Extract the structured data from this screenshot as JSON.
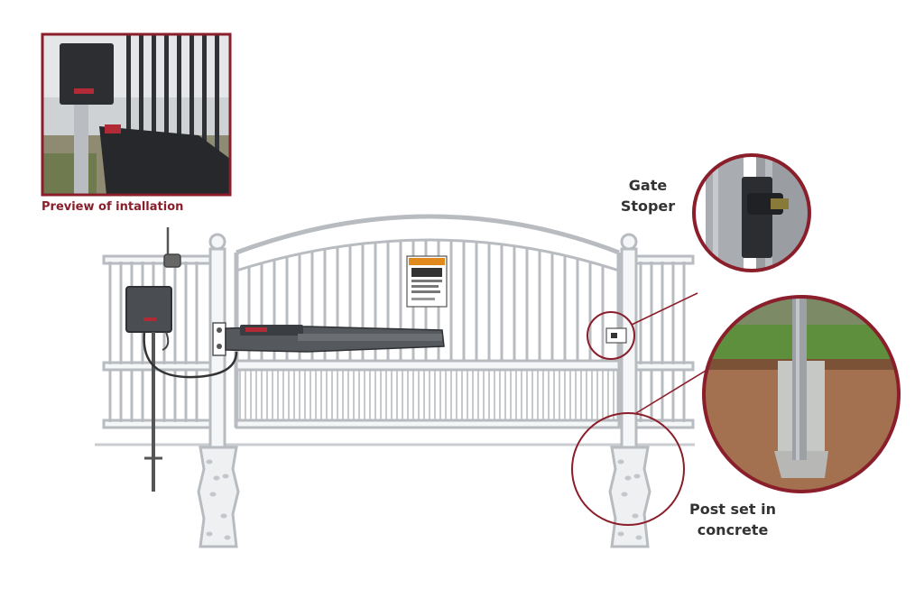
{
  "preview": {
    "caption": "Preview of intallation"
  },
  "labels": {
    "gate_stopper": [
      "Gate",
      "Stoper"
    ],
    "post_concrete": [
      "Post set in",
      "concrete"
    ]
  },
  "colors": {
    "accent": "#8b1e2b",
    "gate_stroke": "#b8bcc0",
    "gate_fill": "#eef0f2",
    "label_text": "#333333"
  }
}
